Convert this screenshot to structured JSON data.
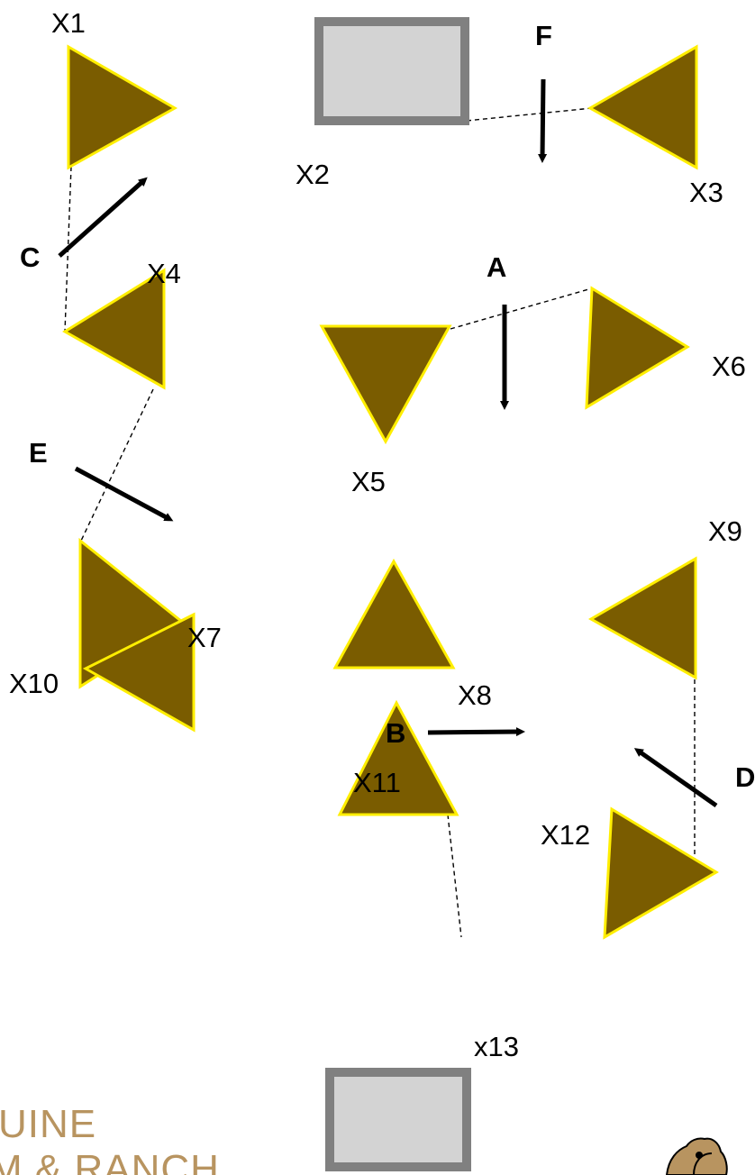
{
  "colors": {
    "triangle_fill": "#7a5c00",
    "triangle_stroke": "#ffee00",
    "box_fill": "#d3d3d3",
    "box_stroke": "#808080",
    "logo": "#b89460"
  },
  "markers": {
    "x1": "X1",
    "x2": "X2",
    "x3": "X3",
    "x4": "X4",
    "x5": "X5",
    "x6": "X6",
    "x7": "X7",
    "x8": "X8",
    "x9": "X9",
    "x10": "X10",
    "x11": "X11",
    "x12": "X12",
    "x13": "x13"
  },
  "directions": {
    "a": "A",
    "b": "B",
    "c": "C",
    "d": "D",
    "e": "E",
    "f": "F"
  },
  "logo": {
    "line1": "UINE",
    "line2": "M & RANCH"
  }
}
